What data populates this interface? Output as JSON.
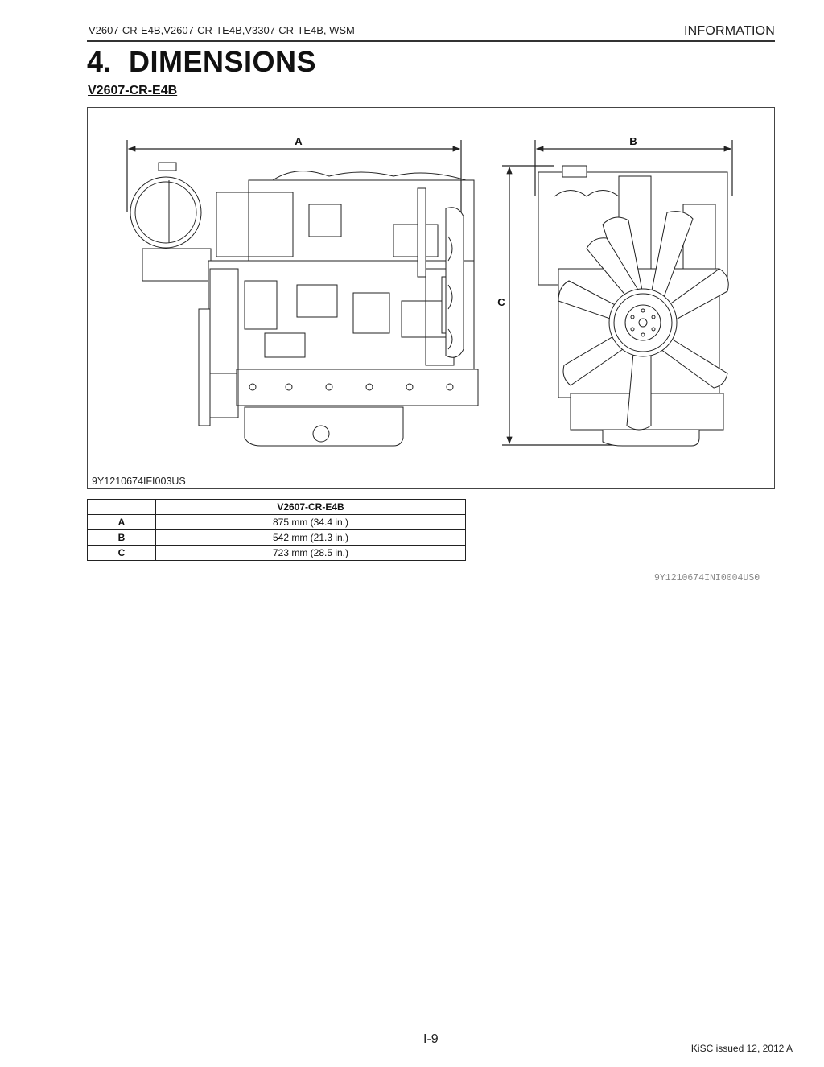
{
  "header": {
    "models": "V2607-CR-E4B,V2607-CR-TE4B,V3307-CR-TE4B, WSM",
    "section": "INFORMATION"
  },
  "title": {
    "number": "4.",
    "text": "DIMENSIONS"
  },
  "subtitle": "V2607-CR-E4B",
  "figure": {
    "code": "9Y1210674IFI003US",
    "labels": {
      "a": "A",
      "b": "B",
      "c": "C"
    },
    "views": [
      "side-view-engine-drawing",
      "front-view-engine-drawing"
    ]
  },
  "table": {
    "header": [
      "",
      "V2607-CR-E4B"
    ],
    "rows": [
      {
        "key": "A",
        "value": "875 mm (34.4 in.)"
      },
      {
        "key": "B",
        "value": "542 mm (21.3 in.)"
      },
      {
        "key": "C",
        "value": "723 mm (28.5 in.)"
      }
    ]
  },
  "ref_code": "9Y1210674INI0004US0",
  "footer": {
    "page": "I-9",
    "issued": "KiSC issued 12, 2012 A"
  }
}
